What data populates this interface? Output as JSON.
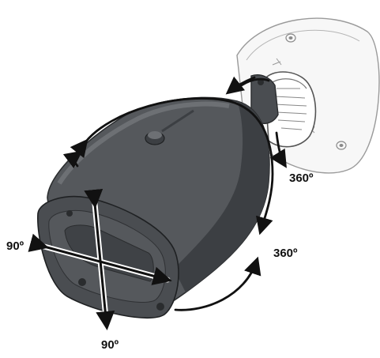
{
  "diagram": {
    "labels": {
      "mount_rotation": "360º",
      "body_rotation": "360º",
      "tilt_left": "90º",
      "tilt_bottom": "90º"
    },
    "colors": {
      "housing": "#55585c",
      "housing_shadow": "#3c3f43",
      "housing_highlight": "#6d7074",
      "mount_line": "#9a9a9a",
      "arrow": "#111111"
    }
  }
}
